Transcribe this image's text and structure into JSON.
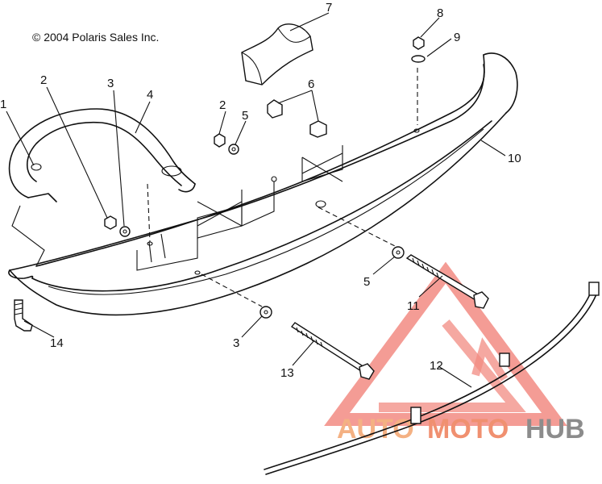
{
  "copyright": "© 2004 Polaris Sales Inc.",
  "callouts": {
    "c1": "1",
    "c2a": "2",
    "c2b": "2",
    "c3a": "3",
    "c3b": "3",
    "c4": "4",
    "c5a": "5",
    "c5b": "5",
    "c6": "6",
    "c7": "7",
    "c8": "8",
    "c9": "9",
    "c10": "10",
    "c11": "11",
    "c12": "12",
    "c13": "13",
    "c14": "14"
  },
  "watermark": {
    "part1": "AUTO",
    "part2": "MOTO",
    "part3": "HUB"
  },
  "colors": {
    "watermark_red": "#f28b82",
    "watermark_orange": "#f4b183",
    "watermark_gray": "#8c8c8c"
  }
}
